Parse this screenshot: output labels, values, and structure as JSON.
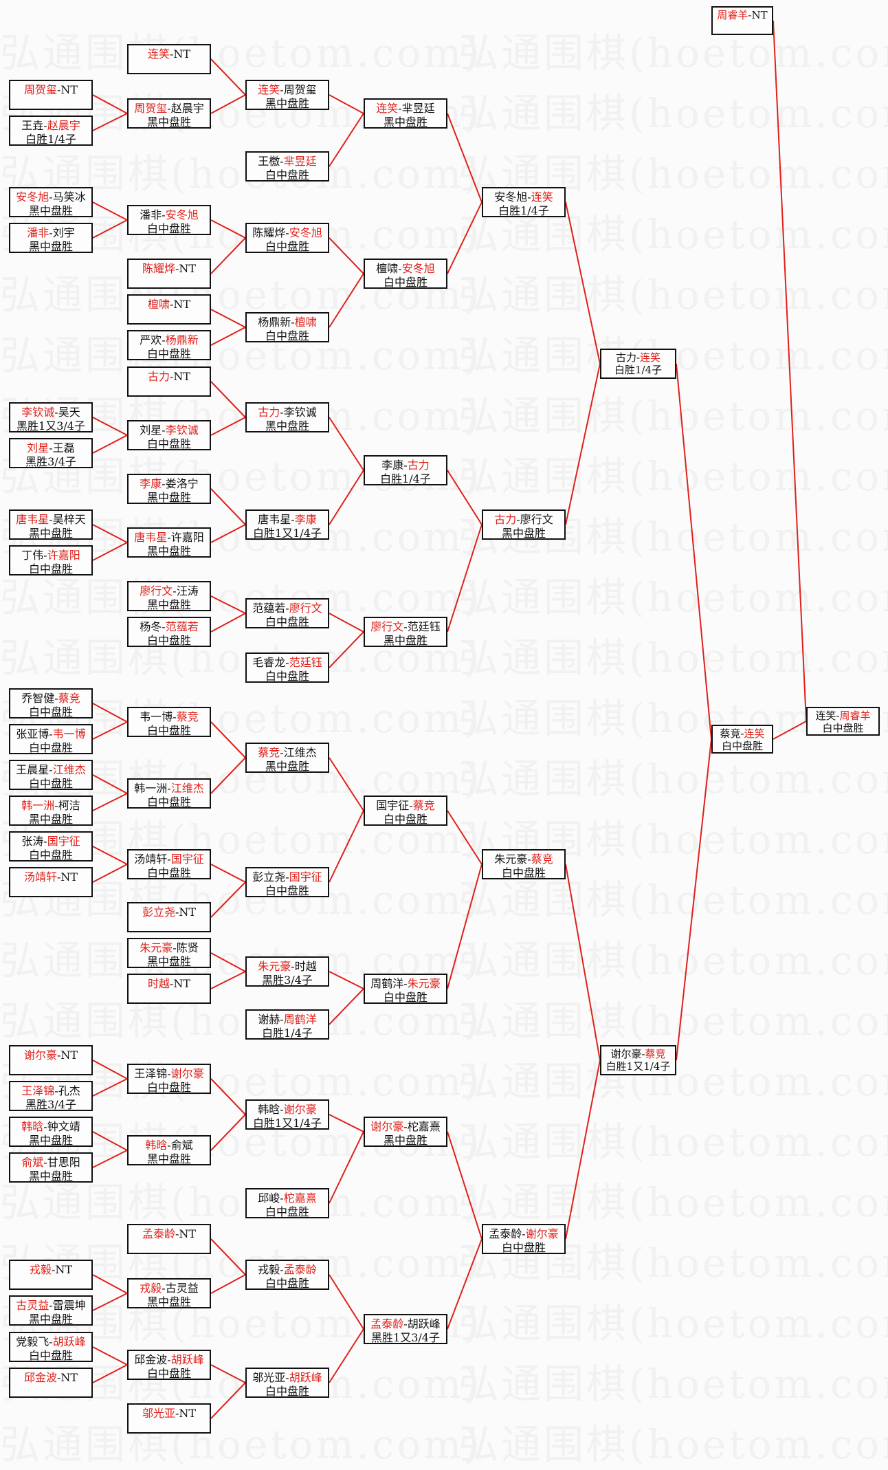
{
  "watermark": "弘通围棋(hoetom.com)",
  "colors": {
    "winner": "#e0201a",
    "line": "#e0201a",
    "border": "#111111"
  },
  "columns": [
    [
      {
        "a": "周贺玺",
        "b": "NT",
        "win": "a",
        "r": ""
      },
      {
        "a": "王垚",
        "b": "赵晨宇",
        "win": "b",
        "r": "白胜1/4子"
      },
      {
        "a": "安冬旭",
        "b": "马笑冰",
        "win": "a",
        "r": "黑中盘胜"
      },
      {
        "a": "潘非",
        "b": "刘宇",
        "win": "a",
        "r": "黑中盘胜"
      },
      {
        "a": "李钦诚",
        "b": "吴天",
        "win": "a",
        "r": "黑胜1又3/4子"
      },
      {
        "a": "刘星",
        "b": "王磊",
        "win": "a",
        "r": "黑胜3/4子"
      },
      {
        "a": "唐韦星",
        "b": "吴梓天",
        "win": "a",
        "r": "黑中盘胜"
      },
      {
        "a": "丁伟",
        "b": "许嘉阳",
        "win": "b",
        "r": "白中盘胜"
      },
      {
        "a": "乔智健",
        "b": "蔡竞",
        "win": "b",
        "r": "白中盘胜"
      },
      {
        "a": "张亚博",
        "b": "韦一博",
        "win": "b",
        "r": "白中盘胜"
      },
      {
        "a": "王晨星",
        "b": "江维杰",
        "win": "b",
        "r": "白中盘胜"
      },
      {
        "a": "韩一洲",
        "b": "柯洁",
        "win": "a",
        "r": "黑中盘胜"
      },
      {
        "a": "张涛",
        "b": "国宇征",
        "win": "b",
        "r": "白中盘胜"
      },
      {
        "a": "汤靖轩",
        "b": "NT",
        "win": "a",
        "r": ""
      },
      {
        "a": "谢尔豪",
        "b": "NT",
        "win": "a",
        "r": ""
      },
      {
        "a": "王泽锦",
        "b": "孔杰",
        "win": "a",
        "r": "黑胜3/4子"
      },
      {
        "a": "韩晗",
        "b": "钟文靖",
        "win": "a",
        "r": "黑中盘胜"
      },
      {
        "a": "俞斌",
        "b": "甘思阳",
        "win": "a",
        "r": "黑中盘胜"
      },
      {
        "a": "戎毅",
        "b": "NT",
        "win": "a",
        "r": ""
      },
      {
        "a": "古灵益",
        "b": "雷震坤",
        "win": "a",
        "r": "黑中盘胜"
      },
      {
        "a": "党毅飞",
        "b": "胡跃峰",
        "win": "b",
        "r": "白中盘胜"
      },
      {
        "a": "邱金波",
        "b": "NT",
        "win": "a",
        "r": ""
      }
    ],
    [
      {
        "a": "连笑",
        "b": "NT",
        "win": "a",
        "r": ""
      },
      {
        "a": "周贺玺",
        "b": "赵晨宇",
        "win": "a",
        "r": "黑中盘胜"
      },
      {
        "a": "潘非",
        "b": "安冬旭",
        "win": "b",
        "r": "白中盘胜"
      },
      {
        "a": "陈耀烨",
        "b": "NT",
        "win": "a",
        "r": ""
      },
      {
        "a": "檀啸",
        "b": "NT",
        "win": "a",
        "r": ""
      },
      {
        "a": "严欢",
        "b": "杨鼎新",
        "win": "b",
        "r": "白中盘胜"
      },
      {
        "a": "古力",
        "b": "NT",
        "win": "a",
        "r": ""
      },
      {
        "a": "刘星",
        "b": "李钦诚",
        "win": "b",
        "r": "白中盘胜"
      },
      {
        "a": "李康",
        "b": "娄洛宁",
        "win": "a",
        "r": "黑中盘胜"
      },
      {
        "a": "唐韦星",
        "b": "许嘉阳",
        "win": "a",
        "r": "黑中盘胜"
      },
      {
        "a": "廖行文",
        "b": "汪涛",
        "win": "a",
        "r": "黑中盘胜"
      },
      {
        "a": "杨冬",
        "b": "范蕴若",
        "win": "b",
        "r": "白中盘胜"
      },
      {
        "a": "韦一博",
        "b": "蔡竞",
        "win": "b",
        "r": "白中盘胜"
      },
      {
        "a": "韩一洲",
        "b": "江维杰",
        "win": "b",
        "r": "白中盘胜"
      },
      {
        "a": "汤靖轩",
        "b": "国宇征",
        "win": "b",
        "r": "白中盘胜"
      },
      {
        "a": "彭立尧",
        "b": "NT",
        "win": "a",
        "r": ""
      },
      {
        "a": "朱元豪",
        "b": "陈贤",
        "win": "a",
        "r": "黑中盘胜"
      },
      {
        "a": "时越",
        "b": "NT",
        "win": "a",
        "r": ""
      },
      {
        "a": "王泽锦",
        "b": "谢尔豪",
        "win": "b",
        "r": "白中盘胜"
      },
      {
        "a": "韩晗",
        "b": "俞斌",
        "win": "a",
        "r": "黑中盘胜"
      },
      {
        "a": "孟泰龄",
        "b": "NT",
        "win": "a",
        "r": ""
      },
      {
        "a": "戎毅",
        "b": "古灵益",
        "win": "a",
        "r": "黑中盘胜"
      },
      {
        "a": "邱金波",
        "b": "胡跃峰",
        "win": "b",
        "r": "白中盘胜"
      },
      {
        "a": "邬光亚",
        "b": "NT",
        "win": "a",
        "r": ""
      }
    ],
    [
      {
        "a": "连笑",
        "b": "周贺玺",
        "win": "a",
        "r": "黑中盘胜"
      },
      {
        "a": "王檄",
        "b": "芈昱廷",
        "win": "b",
        "r": "白中盘胜"
      },
      {
        "a": "陈耀烨",
        "b": "安冬旭",
        "win": "b",
        "r": "白中盘胜"
      },
      {
        "a": "杨鼎新",
        "b": "檀啸",
        "win": "b",
        "r": "白中盘胜"
      },
      {
        "a": "古力",
        "b": "李钦诚",
        "win": "a",
        "r": "黑中盘胜"
      },
      {
        "a": "唐韦星",
        "b": "李康",
        "win": "b",
        "r": "白胜1又1/4子"
      },
      {
        "a": "范蕴若",
        "b": "廖行文",
        "win": "b",
        "r": "白中盘胜"
      },
      {
        "a": "毛睿龙",
        "b": "范廷钰",
        "win": "b",
        "r": "白中盘胜"
      },
      {
        "a": "蔡竞",
        "b": "江维杰",
        "win": "a",
        "r": "黑中盘胜"
      },
      {
        "a": "彭立尧",
        "b": "国宇征",
        "win": "b",
        "r": "白中盘胜"
      },
      {
        "a": "朱元豪",
        "b": "时越",
        "win": "a",
        "r": "黑胜3/4子"
      },
      {
        "a": "谢赫",
        "b": "周鹤洋",
        "win": "b",
        "r": "白胜1/4子"
      },
      {
        "a": "韩晗",
        "b": "谢尔豪",
        "win": "b",
        "r": "白胜1又1/4子"
      },
      {
        "a": "邱峻",
        "b": "柁嘉熹",
        "win": "b",
        "r": "白中盘胜"
      },
      {
        "a": "戎毅",
        "b": "孟泰龄",
        "win": "b",
        "r": "白中盘胜"
      },
      {
        "a": "邬光亚",
        "b": "胡跃峰",
        "win": "b",
        "r": "白中盘胜"
      }
    ],
    [
      {
        "a": "连笑",
        "b": "芈昱廷",
        "win": "a",
        "r": "黑中盘胜"
      },
      {
        "a": "檀啸",
        "b": "安冬旭",
        "win": "b",
        "r": "白中盘胜"
      },
      {
        "a": "李康",
        "b": "古力",
        "win": "b",
        "r": "白胜1/4子"
      },
      {
        "a": "廖行文",
        "b": "范廷钰",
        "win": "a",
        "r": "黑中盘胜"
      },
      {
        "a": "国宇征",
        "b": "蔡竞",
        "win": "b",
        "r": "白中盘胜"
      },
      {
        "a": "周鹤洋",
        "b": "朱元豪",
        "win": "b",
        "r": "白中盘胜"
      },
      {
        "a": "谢尔豪",
        "b": "柁嘉熹",
        "win": "a",
        "r": "黑中盘胜"
      },
      {
        "a": "孟泰龄",
        "b": "胡跃峰",
        "win": "a",
        "r": "黑胜1又3/4子"
      }
    ],
    [
      {
        "a": "安冬旭",
        "b": "连笑",
        "win": "b",
        "r": "白胜1/4子"
      },
      {
        "a": "古力",
        "b": "廖行文",
        "win": "a",
        "r": "黑中盘胜"
      },
      {
        "a": "朱元豪",
        "b": "蔡竞",
        "win": "b",
        "r": "白中盘胜"
      },
      {
        "a": "孟泰龄",
        "b": "谢尔豪",
        "win": "b",
        "r": "白中盘胜"
      }
    ],
    [
      {
        "a": "古力",
        "b": "连笑",
        "win": "b",
        "r": "白胜1/4子"
      },
      {
        "a": "谢尔豪",
        "b": "蔡竞",
        "win": "b",
        "r": "白胜1又1/4子"
      }
    ],
    [
      {
        "a": "周睿羊",
        "b": "NT",
        "win": "a",
        "r": ""
      },
      {
        "a": "蔡竞",
        "b": "连笑",
        "win": "b",
        "r": "白中盘胜"
      }
    ],
    [
      {
        "a": "连笑",
        "b": "周睿羊",
        "win": "b",
        "r": "白中盘胜"
      }
    ]
  ]
}
